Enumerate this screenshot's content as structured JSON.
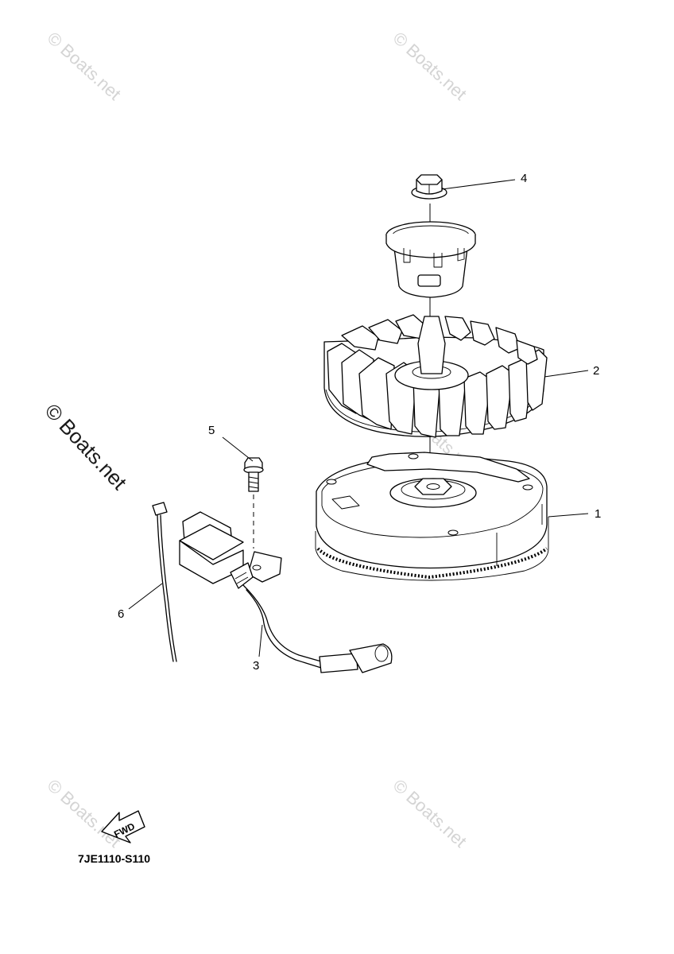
{
  "diagram": {
    "drawing_code": "7JE1110-S110",
    "fwd_label": "FWD",
    "callouts": [
      {
        "id": "1",
        "label": "1"
      },
      {
        "id": "2",
        "label": "2"
      },
      {
        "id": "3",
        "label": "3"
      },
      {
        "id": "4",
        "label": "4"
      },
      {
        "id": "5",
        "label": "5"
      },
      {
        "id": "6",
        "label": "6"
      }
    ]
  },
  "watermark": {
    "text": "© Boats.net"
  }
}
